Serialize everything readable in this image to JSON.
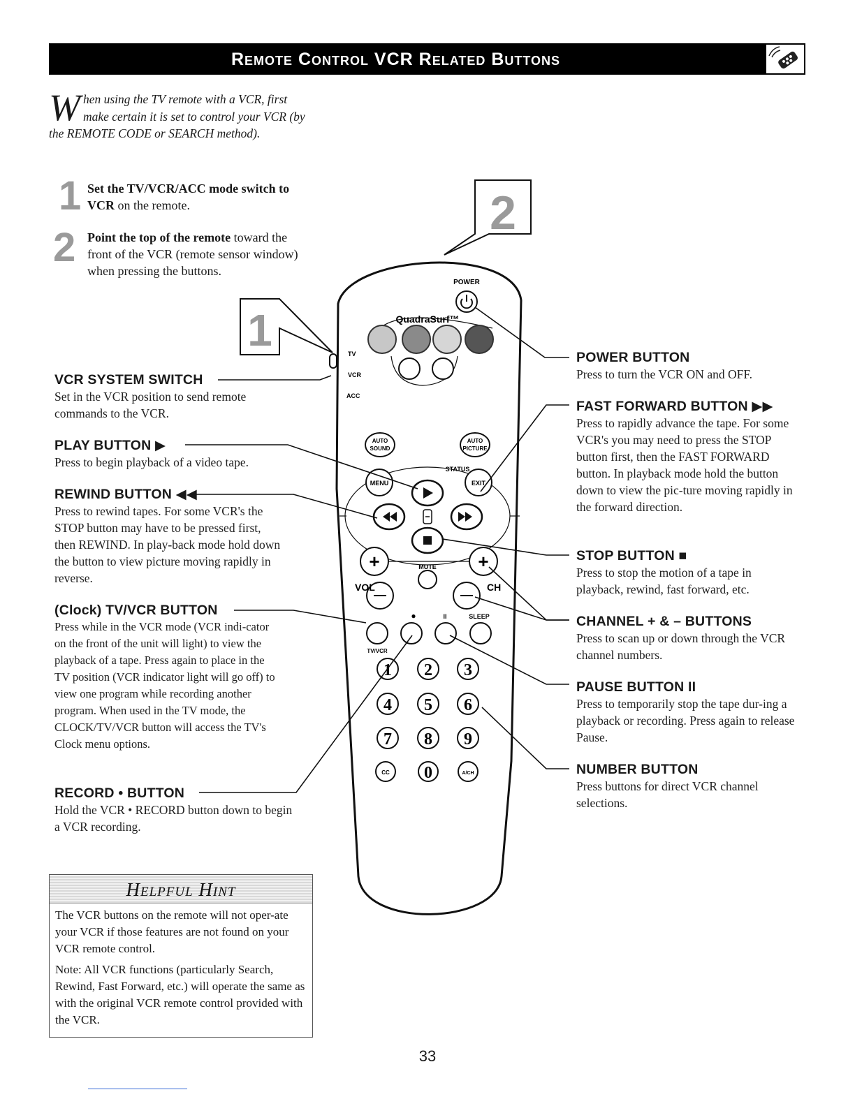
{
  "header": {
    "title": "Remote Control VCR Related Buttons",
    "icon": "remote-signal-icon"
  },
  "intro": {
    "dropcap": "W",
    "text": "hen using the TV remote with a VCR, first make certain it is set to control your VCR (by the REMOTE CODE or SEARCH method)."
  },
  "steps": [
    {
      "number": "1",
      "bold": "Set the TV/VCR/ACC mode switch to VCR",
      "text": " on the remote."
    },
    {
      "number": "2",
      "bold": "Point the top of the remote",
      "text": " toward the front of the VCR (remote sensor window) when pressing the buttons."
    }
  ],
  "diagram_labels": {
    "step1": "1",
    "step2": "2"
  },
  "remote": {
    "power": "POWER",
    "quadrasurf": "QuadraSurf™",
    "mode_tv": "TV",
    "mode_vcr": "VCR",
    "mode_acc": "ACC",
    "auto_sound": [
      "AUTO",
      "SOUND"
    ],
    "auto_picture": [
      "AUTO",
      "PICTURE"
    ],
    "status": "STATUS",
    "menu": "MENU",
    "exit": "EXIT",
    "mute": "MUTE",
    "vol": "VOL",
    "ch": "CH",
    "record_dot": "●",
    "pause": "II",
    "sleep": "SLEEP",
    "tvvcr": "TV/VCR",
    "digits": [
      "1",
      "2",
      "3",
      "4",
      "5",
      "6",
      "7",
      "8",
      "9"
    ],
    "cc": "CC",
    "zero": "0",
    "ach": "A/CH"
  },
  "left_callouts": [
    {
      "title": "VCR SYSTEM SWITCH",
      "desc": "Set in the VCR position to send remote commands to the VCR."
    },
    {
      "title": "PLAY BUTTON ▶",
      "desc": "Press to begin playback of a video tape."
    },
    {
      "title": "REWIND BUTTON ◀◀",
      "desc": "Press to rewind tapes. For some VCR's the STOP button may have to be pressed first, then REWIND. In play-back mode hold down the button to view picture moving rapidly in reverse."
    },
    {
      "title": "(Clock) TV/VCR BUTTON",
      "desc": "Press while in the VCR mode (VCR indi-cator on the front of the unit will light) to view the playback of a tape. Press again to place in the TV position (VCR indicator light will go off) to view one program while recording another program. When used in the TV mode, the CLOCK/TV/VCR button will access the TV's Clock menu options."
    },
    {
      "title": "RECORD • BUTTON",
      "desc": "Hold the VCR • RECORD button down to begin a VCR recording."
    }
  ],
  "right_callouts": [
    {
      "title": "POWER BUTTON",
      "desc": "Press to turn the VCR ON and OFF."
    },
    {
      "title": "FAST FORWARD BUTTON ▶▶",
      "desc": "Press to rapidly advance the tape. For some VCR's you may need to press the STOP button first, then the FAST FORWARD button. In playback mode hold the button down to view the pic-ture moving rapidly in the forward direction."
    },
    {
      "title": "STOP BUTTON ■",
      "desc": "Press to stop the motion of a tape in playback, rewind, fast forward, etc."
    },
    {
      "title": "CHANNEL + & – BUTTONS",
      "desc": "Press to scan up or down through the VCR channel numbers."
    },
    {
      "title": "PAUSE BUTTON II",
      "desc": "Press to temporarily stop the tape dur-ing a playback or recording. Press again to release Pause."
    },
    {
      "title": "NUMBER BUTTON",
      "desc": "Press buttons for direct VCR channel selections."
    }
  ],
  "hint": {
    "title": "Helpful Hint",
    "para1": "The VCR buttons on the remote will not oper-ate your VCR if those features are not found on your VCR remote control.",
    "para2": "Note: All VCR functions (particularly Search, Rewind, Fast Forward, etc.) will operate the same as with the original VCR remote control provided with the VCR."
  },
  "page_number": "33"
}
